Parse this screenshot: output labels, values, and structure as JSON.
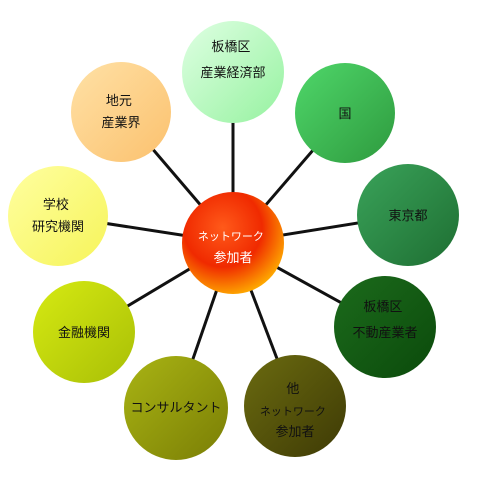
{
  "center": {
    "lines": [
      "ネットワーク",
      "参加者"
    ]
  },
  "nodes": [
    {
      "id": "itabashi-industry",
      "lines": [
        "板橋区",
        "産業経済部"
      ]
    },
    {
      "id": "country",
      "lines": [
        "国"
      ]
    },
    {
      "id": "tokyo",
      "lines": [
        "東京都"
      ]
    },
    {
      "id": "itabashi-realestate",
      "lines": [
        "板橋区",
        "不動産業者"
      ]
    },
    {
      "id": "other-participants",
      "lines": [
        "他",
        "ネットワーク",
        "参加者"
      ]
    },
    {
      "id": "consultant",
      "lines": [
        "コンサルタント"
      ]
    },
    {
      "id": "financial",
      "lines": [
        "金融機関"
      ]
    },
    {
      "id": "school-research",
      "lines": [
        "学校",
        "研究機関"
      ]
    },
    {
      "id": "local-industry",
      "lines": [
        "地元",
        "産業界"
      ]
    }
  ]
}
